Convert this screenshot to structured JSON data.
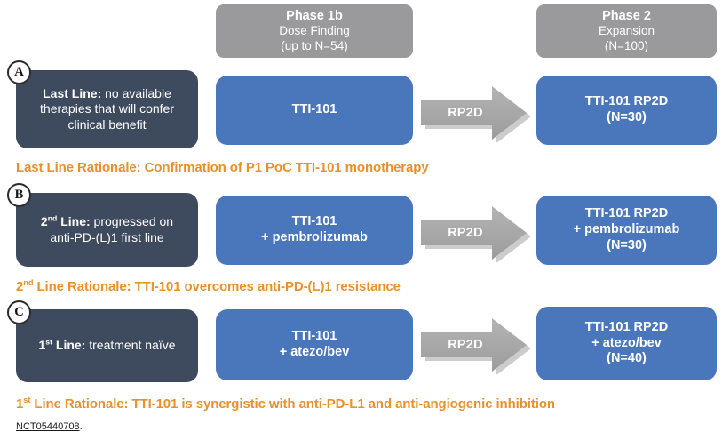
{
  "headers": [
    {
      "id": "phase-1b",
      "line1": "Phase 1b",
      "line2": "Dose Finding",
      "line3": "(up to N=54)"
    },
    {
      "id": "phase-2",
      "line1": "Phase 2",
      "line2": "Expansion",
      "line3": "(N=100)"
    }
  ],
  "rows": [
    {
      "badge": "A",
      "population": {
        "bold": "Last Line:",
        "rest": " no available therapies that will confer clinical benefit"
      },
      "phase1b": {
        "line1": "TTI-101",
        "line2": "",
        "line3": ""
      },
      "arrow_label": "RP2D",
      "phase2": {
        "line1": "TTI-101 RP2D",
        "line2": "(N=30)",
        "line3": ""
      },
      "rationale_prefix": "Last Line",
      "rationale_sup": "",
      "rationale_rest": " Rationale: Confirmation of P1 PoC TTI-101 monotherapy"
    },
    {
      "badge": "B",
      "population": {
        "bold": "2nd Line:",
        "bold_base": "2",
        "bold_sup": "nd",
        "bold_tail": " Line:",
        "rest": " progressed on anti-PD-(L)1 first line"
      },
      "phase1b": {
        "line1": "TTI-101",
        "line2": "+ pembrolizumab",
        "line3": ""
      },
      "arrow_label": "RP2D",
      "phase2": {
        "line1": "TTI-101 RP2D",
        "line2": "+ pembrolizumab",
        "line3": "(N=30)"
      },
      "rationale_prefix": "2",
      "rationale_sup": "nd",
      "rationale_rest": " Line Rationale: TTI-101 overcomes anti-PD-(L)1 resistance"
    },
    {
      "badge": "C",
      "population": {
        "bold": "1st Line:",
        "bold_base": "1",
        "bold_sup": "st",
        "bold_tail": " Line:",
        "rest": " treatment naïve"
      },
      "phase1b": {
        "line1": "TTI-101",
        "line2": "+ atezo/bev",
        "line3": ""
      },
      "arrow_label": "RP2D",
      "phase2": {
        "line1": "TTI-101 RP2D",
        "line2": "+ atezo/bev",
        "line3": "(N=40)"
      },
      "rationale_prefix": "1",
      "rationale_sup": "st",
      "rationale_rest": "  Line Rationale: TTI-101 is synergistic with anti-PD-L1 and anti-angiogenic inhibition"
    }
  ],
  "footnote": {
    "link": "NCT05440708",
    "period": "."
  },
  "colors": {
    "header_gray": "#9a9a9c",
    "population_navy": "#3e4a5e",
    "treatment_blue": "#4a77bb",
    "arrow_gray": "#a6a6a6",
    "rationale_orange": "#e8912a"
  }
}
